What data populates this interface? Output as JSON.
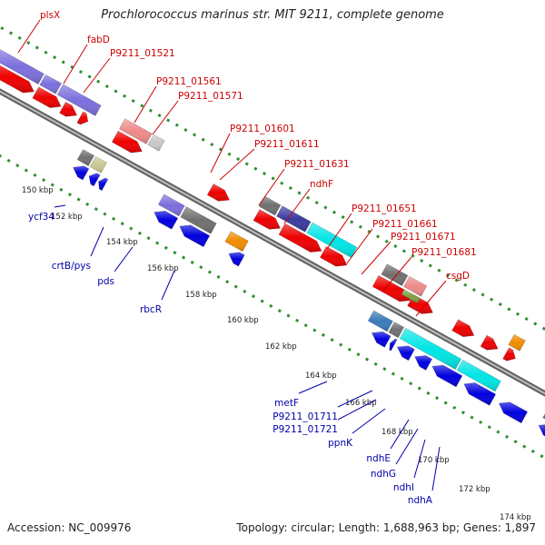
{
  "title": "Prochlorococcus marinus str. MIT 9211, complete genome",
  "footer": {
    "accession": "Accession: NC_009976",
    "summary": "Topology: circular; Length: 1,688,963 bp; Genes: 1,897"
  },
  "colors": {
    "backbone": "#7f7f7f",
    "cds_red": "#ee0000",
    "cds_blue": "#0000dd",
    "ruler": "#2f8f2f",
    "label_red": "#cc0000",
    "label_blue": "#0000aa",
    "cog_purple": "#7b6fdd",
    "cog_cyan": "#00e5e5",
    "cog_gray": "#707070",
    "cog_pink": "#ee8a8a",
    "cog_orange": "#f08c00",
    "cog_olive": "#c8c890",
    "cog_green": "#80a040",
    "cog_steel": "#3a7ab8",
    "cog_navy": "#3a3aa0",
    "cog_lightgray": "#c8c8c8"
  },
  "kbp_ticks": [
    "150 kbp",
    "152 kbp",
    "154 kbp",
    "156 kbp",
    "158 kbp",
    "160 kbp",
    "162 kbp",
    "164 kbp",
    "166 kbp",
    "168 kbp",
    "170 kbp",
    "172 kbp",
    "174 kbp"
  ],
  "forward_labels": [
    "plsX",
    "fabD",
    "P9211_01521",
    "P9211_01561",
    "P9211_01571",
    "P9211_01601",
    "P9211_01611",
    "P9211_01631",
    "ndhF",
    "P9211_01651",
    "P9211_01661",
    "P9211_01671",
    "P9211_01681",
    "csgD"
  ],
  "reverse_labels": [
    "ycf34",
    "crtB/pys",
    "pds",
    "rbcR",
    "metF",
    "P9211_01711",
    "P9211_01721",
    "ppnK",
    "ndhE",
    "ndhG",
    "ndhI",
    "ndhA"
  ]
}
